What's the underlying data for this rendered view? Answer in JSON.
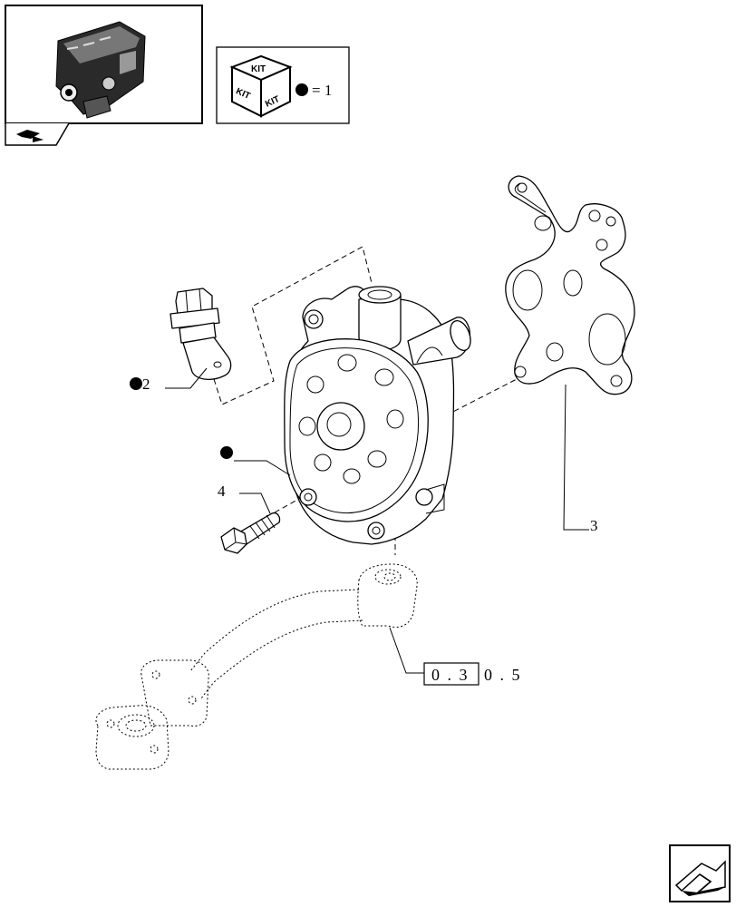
{
  "kit_legend": {
    "cube_label": "KIT",
    "equals_text": "= 1"
  },
  "callouts": {
    "item_2": "2",
    "item_3": "3",
    "item_4": "4"
  },
  "reference": {
    "boxed_part": "0 . 3",
    "trailing_part": "0 . 5"
  }
}
